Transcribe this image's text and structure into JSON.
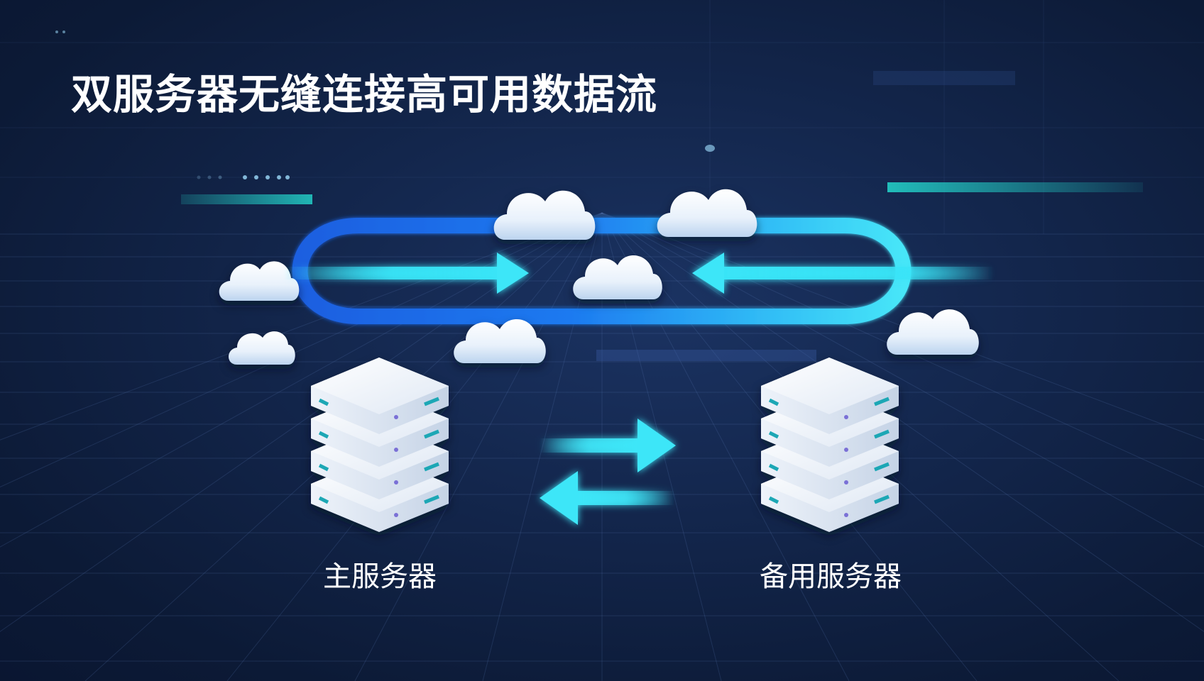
{
  "title": "双服务器无缝连接高可用数据流",
  "servers": {
    "primary": {
      "label": "主服务器",
      "icon": "server-stack-icon"
    },
    "backup": {
      "label": "备用服务器",
      "icon": "server-stack-icon"
    }
  },
  "colors": {
    "background": "#0f1d3b",
    "loop_blue": "#1e6ff0",
    "loop_cyan": "#3fe0f5",
    "arrow_cyan": "#38e4f7",
    "cloud": "#eef5fc",
    "text": "#ffffff"
  },
  "icons": {
    "cloud": "cloud-icon",
    "loop": "data-loop-icon",
    "sync_arrows": "bidirectional-arrows-icon"
  }
}
